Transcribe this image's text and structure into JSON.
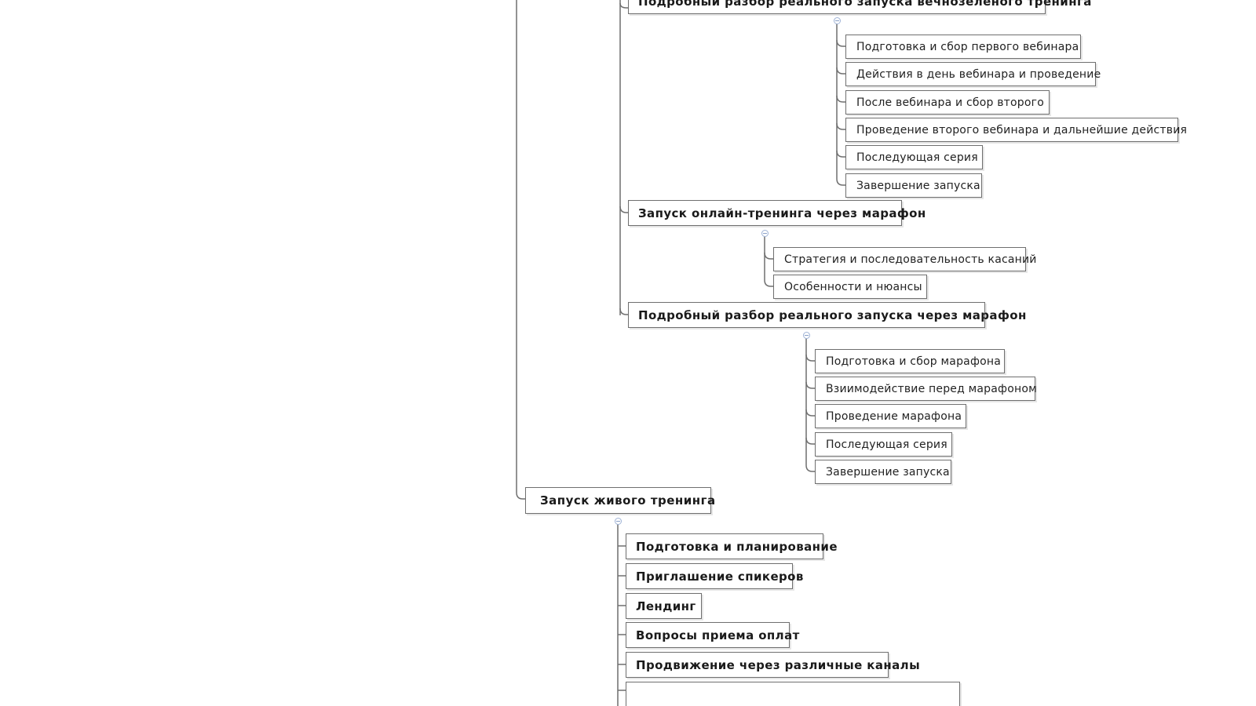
{
  "mindmap": {
    "group_a": {
      "title": "Подробный разбор реального запуска вечнозеленого тренинга",
      "items": [
        "Подготовка и сбор первого вебинара",
        "Действия в день вебинара и проведение",
        "После вебинара и сбор второго",
        "Проведение второго вебинара и дальнейшие действия",
        "Последующая серия",
        "Завершение запуска"
      ]
    },
    "group_b": {
      "title": "Запуск онлайн-тренинга через марафон",
      "items": [
        "Стратегия и последовательность касаний",
        "Особенности и нюансы"
      ]
    },
    "group_c": {
      "title": "Подробный разбор реального запуска через марафон",
      "items": [
        "Подготовка и сбор марафона",
        "Взиимодействие перед марафоном",
        "Проведение марафона",
        "Последующая серия",
        "Завершение запуска"
      ]
    },
    "live": {
      "title": "Запуск живого тренинга",
      "items": [
        "Подготовка и планирование",
        "Приглашение спикеров",
        "Лендинг",
        "Вопросы приема оплат",
        "Продвижение через различные каналы",
        ""
      ]
    }
  },
  "colors": {
    "line": "#6f6f6f",
    "node_border": "#6f6f6f",
    "collapse_toggle": "#9fb3d6"
  }
}
